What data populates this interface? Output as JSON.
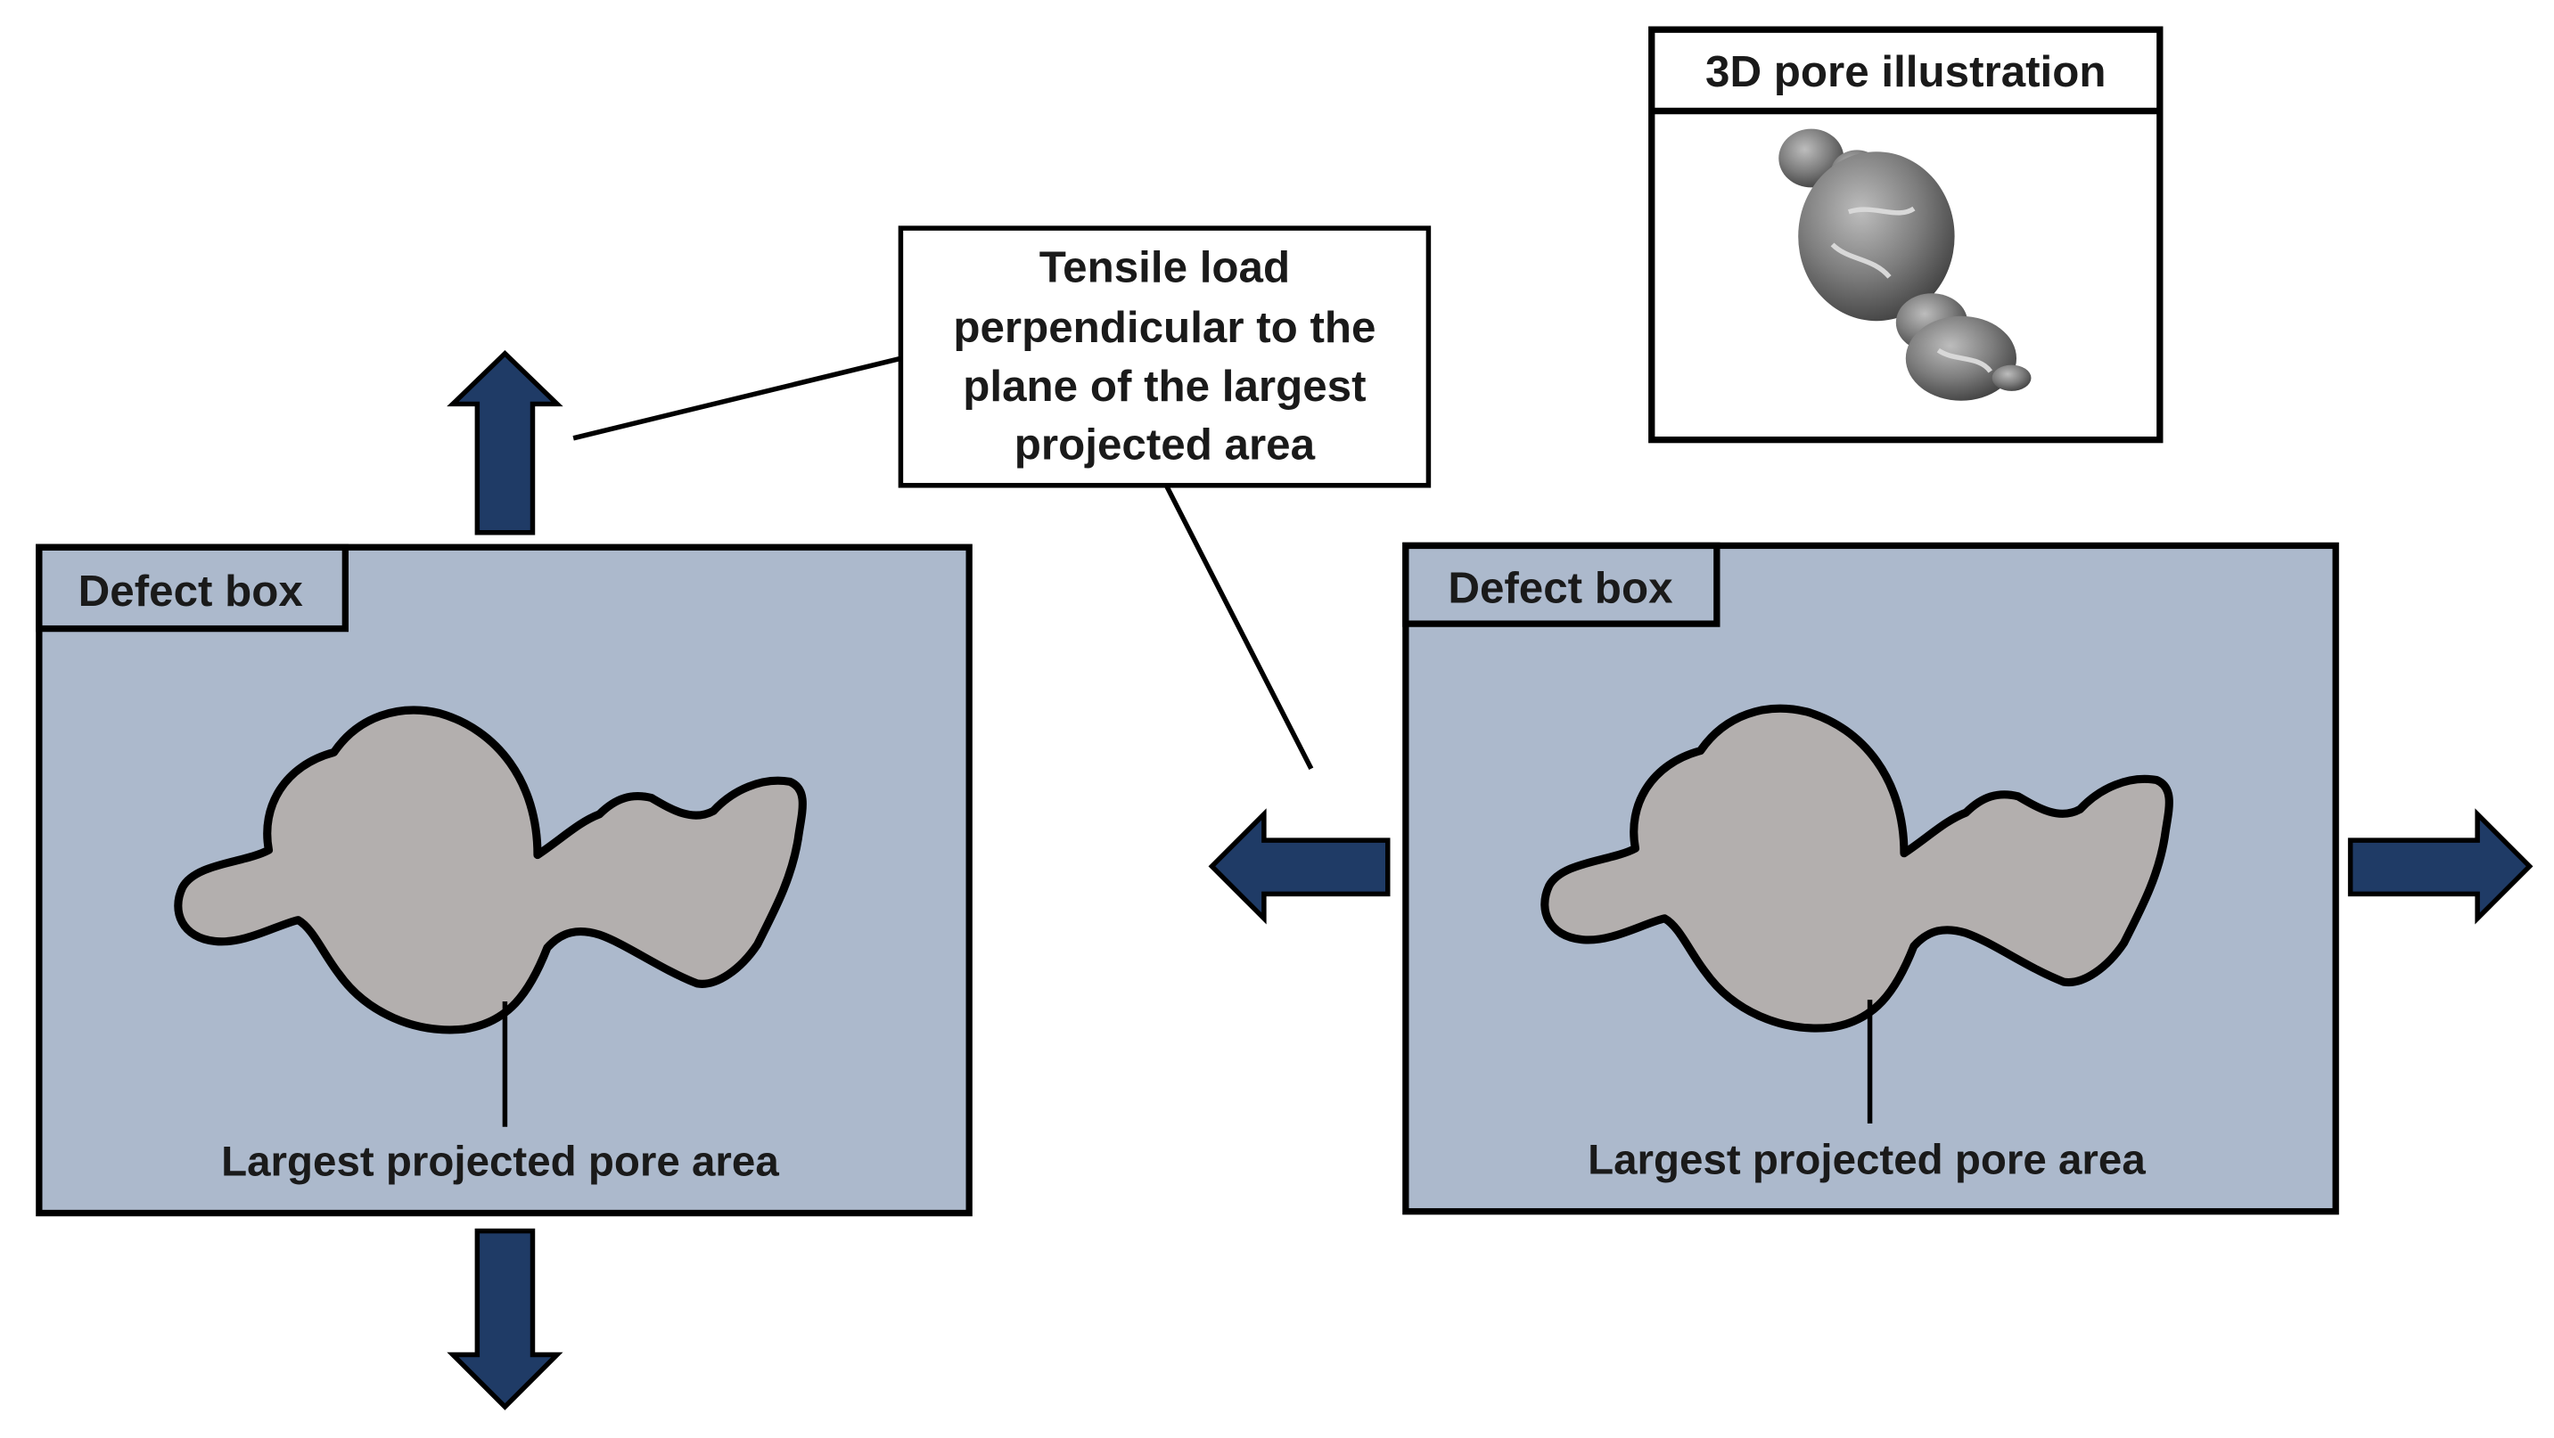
{
  "callout": {
    "lines": [
      "Tensile load",
      "perpendicular to the",
      "plane of the largest",
      "projected area"
    ]
  },
  "inset": {
    "title": "3D pore illustration"
  },
  "panels": [
    {
      "tag": "Defect box",
      "caption": "Largest projected pore area"
    },
    {
      "tag": "Defect box",
      "caption": "Largest projected pore area"
    }
  ],
  "colors": {
    "box_fill": "#acb9cc",
    "pore_fill": "#b3afae",
    "arrow_fill": "#1f3b66",
    "outline": "#000000"
  }
}
